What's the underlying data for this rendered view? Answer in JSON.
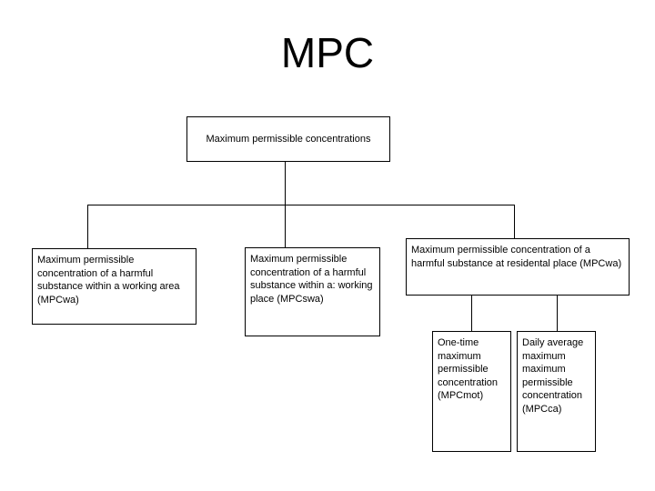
{
  "slide": {
    "title": "MPC",
    "background_color": "#ffffff",
    "text_color": "#000000",
    "line_color": "#000000"
  },
  "diagram": {
    "type": "org-chart",
    "root": {
      "id": "mpc-root",
      "label": "Maximum permissible concentrations"
    },
    "level2": [
      {
        "id": "mpc-wa",
        "label": "Maximum permissible concentration of a harmful substance within a working area  (MPCwa)",
        "abbreviation": "MPCwa"
      },
      {
        "id": "mpc-swa",
        "label": "Maximum permissible concentration of a harmful substance within a: working place (MPCswa)",
        "abbreviation": "MPCswa"
      },
      {
        "id": "mpc-residental",
        "label": "Maximum permissible concentration of a harmful substance at residental place (MPCwa)",
        "abbreviation": "MPCwa"
      }
    ],
    "level3": [
      {
        "id": "mpc-mot",
        "label": "One-time maximum permissible concentration (MPCmot)",
        "abbreviation": "MPCmot"
      },
      {
        "id": "mpc-ca",
        "label": "Daily average maximum maximum permissible concentration (MPCca)",
        "abbreviation": "MPCca"
      }
    ]
  }
}
